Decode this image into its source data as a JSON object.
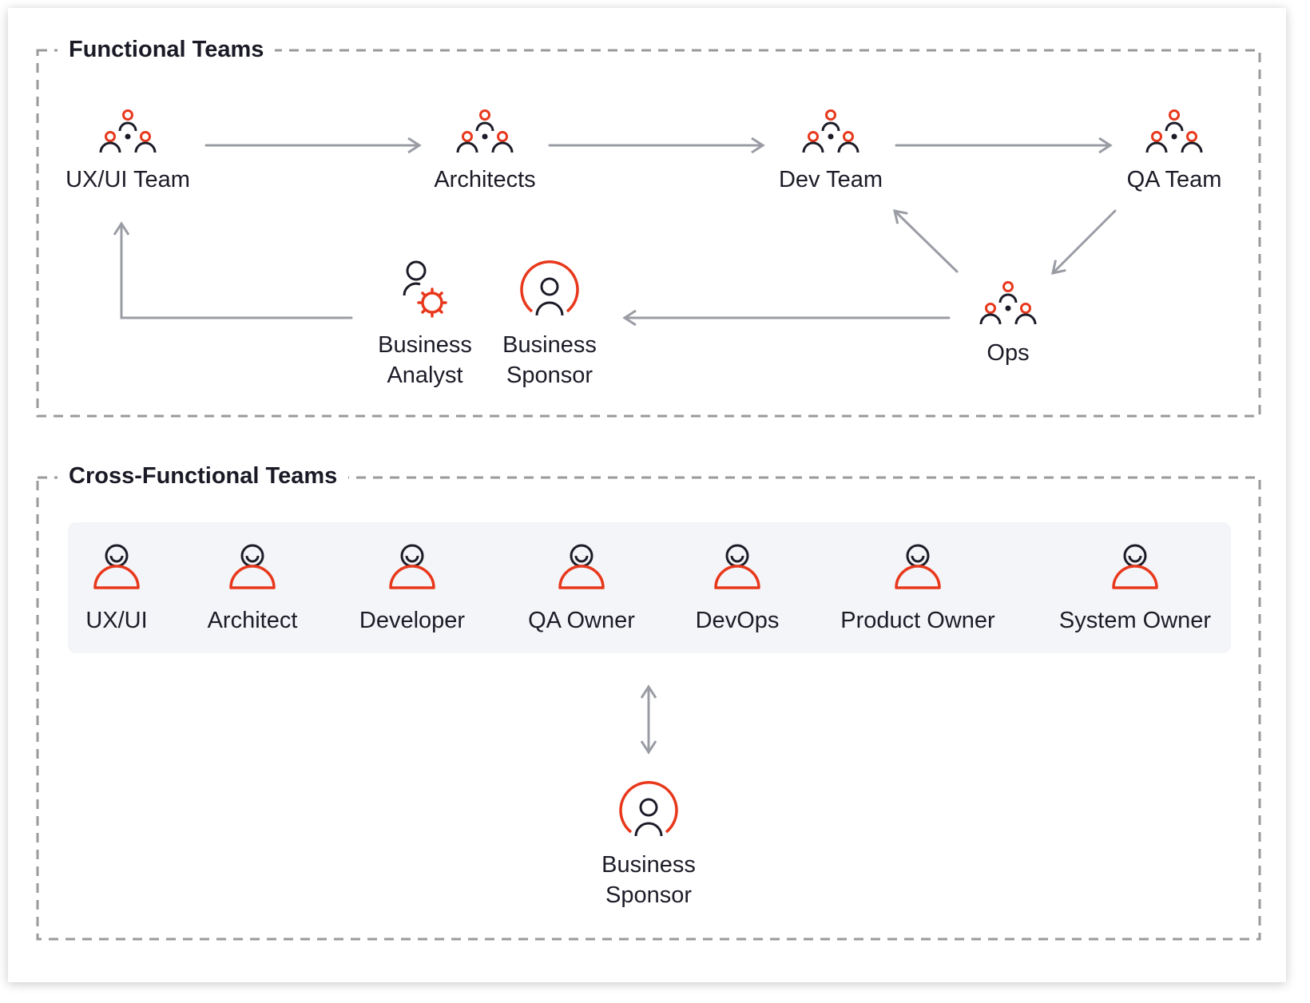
{
  "functional": {
    "title": "Functional Teams",
    "nodes": {
      "uxui": {
        "label": "UX/UI Team",
        "icon": "team-icon"
      },
      "architects": {
        "label": "Architects",
        "icon": "team-icon"
      },
      "dev": {
        "label": "Dev Team",
        "icon": "team-icon"
      },
      "qa": {
        "label": "QA Team",
        "icon": "team-icon"
      },
      "ops": {
        "label": "Ops",
        "icon": "team-icon"
      },
      "analyst": {
        "label_line1": "Business",
        "label_line2": "Analyst",
        "icon": "analyst-gear-icon"
      },
      "sponsor": {
        "label_line1": "Business",
        "label_line2": "Sponsor",
        "icon": "sponsor-icon"
      }
    }
  },
  "cross": {
    "title": "Cross-Functional Teams",
    "roles": [
      {
        "label": "UX/UI",
        "icon": "smiling-person-icon"
      },
      {
        "label": "Architect",
        "icon": "smiling-person-icon"
      },
      {
        "label": "Developer",
        "icon": "smiling-person-icon"
      },
      {
        "label": "QA Owner",
        "icon": "smiling-person-icon"
      },
      {
        "label": "DevOps",
        "icon": "smiling-person-icon"
      },
      {
        "label": "Product Owner",
        "icon": "smiling-person-icon"
      },
      {
        "label": "System Owner",
        "icon": "smiling-person-icon"
      }
    ],
    "sponsor": {
      "label_line1": "Business",
      "label_line2": "Sponsor",
      "icon": "sponsor-icon"
    }
  },
  "colors": {
    "accent": "#e8381c",
    "ink": "#1c1c28",
    "arrow": "#9a9ca4",
    "border": "#9a9a9a",
    "panel": "#f4f5f8"
  }
}
